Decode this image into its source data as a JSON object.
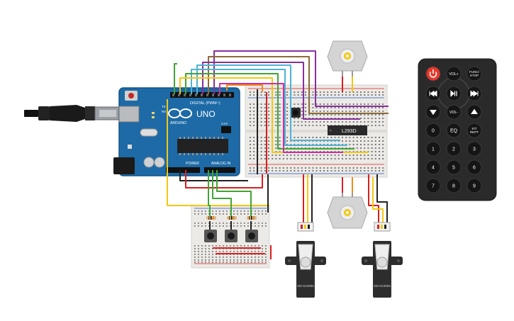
{
  "arduino": {
    "brand": "ARDUINO",
    "model": "UNO",
    "digital_header": "DIGITAL (PWM~)",
    "power_header": "POWER",
    "analog_header": "ANALOG IN",
    "icsp_label": "ICSP",
    "pin_tx": "TX",
    "pin_rx": "RX"
  },
  "driver_chip": {
    "label": "L293D"
  },
  "servos": [
    {
      "model": "SM-S2309S"
    },
    {
      "model": "SM-S2309S"
    }
  ],
  "remote": {
    "buttons": [
      {
        "label": "",
        "icon": "power-icon",
        "color": "#e8382a"
      },
      {
        "label": "VOL+"
      },
      {
        "label": "FUNC/\nSTOP"
      },
      {
        "label": "",
        "icon": "previous-icon"
      },
      {
        "label": "",
        "icon": "play-pause-icon"
      },
      {
        "label": "",
        "icon": "next-icon"
      },
      {
        "label": "",
        "icon": "arrow-down-icon"
      },
      {
        "label": "VOL-"
      },
      {
        "label": "",
        "icon": "arrow-up-icon"
      },
      {
        "label": "0"
      },
      {
        "label": "EQ"
      },
      {
        "label": "ST/\nREPT"
      },
      {
        "label": "1"
      },
      {
        "label": "2"
      },
      {
        "label": "3"
      },
      {
        "label": "4"
      },
      {
        "label": "5"
      },
      {
        "label": "6"
      },
      {
        "label": "7"
      },
      {
        "label": "8"
      },
      {
        "label": "9"
      }
    ]
  },
  "colors": {
    "board": "#1d6aa6",
    "board_dark": "#155387",
    "breadboard": "#eceae6",
    "remote_body": "#2a2a2a",
    "remote_button": "#1a1a1a",
    "wire_purple": "#8a2f9c",
    "wire_brown": "#8c6a3a",
    "wire_cyan": "#4fb3d6",
    "wire_green": "#3fa535",
    "wire_yellow": "#f2c811",
    "wire_red": "#d81e1e",
    "wire_black": "#222222",
    "wire_magenta": "#d02ea0",
    "wire_orange": "#f08a1c",
    "wire_blue": "#1e56c8"
  }
}
